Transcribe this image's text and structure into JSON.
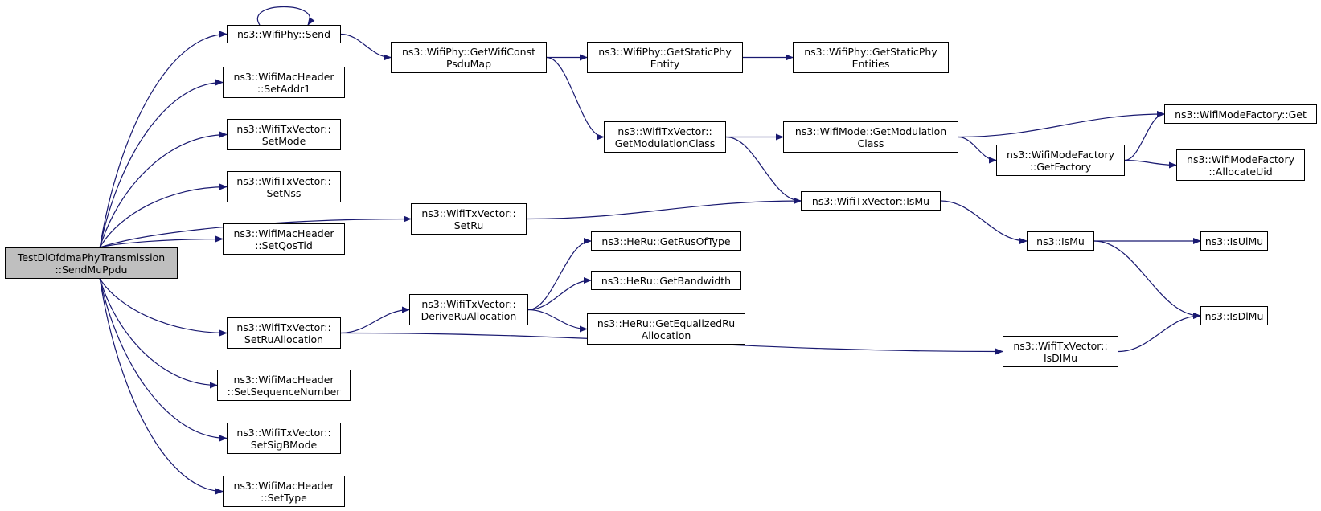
{
  "colors": {
    "edge": "#191970",
    "root_fill": "#bfbfbf",
    "node_fill": "#ffffff",
    "border": "#000000"
  },
  "nodes": {
    "root": {
      "line1": "TestDlOfdmaPhyTransmission",
      "line2": "::SendMuPpdu"
    },
    "send": {
      "line1": "ns3::WifiPhy::Send"
    },
    "setaddr1": {
      "line1": "ns3::WifiMacHeader",
      "line2": "::SetAddr1"
    },
    "setmode": {
      "line1": "ns3::WifiTxVector::",
      "line2": "SetMode"
    },
    "setnss": {
      "line1": "ns3::WifiTxVector::",
      "line2": "SetNss"
    },
    "setqostid": {
      "line1": "ns3::WifiMacHeader",
      "line2": "::SetQosTid"
    },
    "setru": {
      "line1": "ns3::WifiTxVector::",
      "line2": "SetRu"
    },
    "setrualloc": {
      "line1": "ns3::WifiTxVector::",
      "line2": "SetRuAllocation"
    },
    "setseq": {
      "line1": "ns3::WifiMacHeader",
      "line2": "::SetSequenceNumber"
    },
    "setsigb": {
      "line1": "ns3::WifiTxVector::",
      "line2": "SetSigBMode"
    },
    "settype": {
      "line1": "ns3::WifiMacHeader",
      "line2": "::SetType"
    },
    "getconst": {
      "line1": "ns3::WifiPhy::GetWifiConst",
      "line2": "PsduMap"
    },
    "getstatic": {
      "line1": "ns3::WifiPhy::GetStaticPhy",
      "line2": "Entity"
    },
    "getstatics": {
      "line1": "ns3::WifiPhy::GetStaticPhy",
      "line2": "Entities"
    },
    "getmodcls": {
      "line1": "ns3::WifiTxVector::",
      "line2": "GetModulationClass"
    },
    "modegetmod": {
      "line1": "ns3::WifiMode::GetModulation",
      "line2": "Class"
    },
    "factoryget": {
      "line1": "ns3::WifiModeFactory::Get"
    },
    "getfactory": {
      "line1": "ns3::WifiModeFactory",
      "line2": "::GetFactory"
    },
    "allocuid": {
      "line1": "ns3::WifiModeFactory",
      "line2": "::AllocateUid"
    },
    "txismu": {
      "line1": "ns3::WifiTxVector::IsMu"
    },
    "derive": {
      "line1": "ns3::WifiTxVector::",
      "line2": "DeriveRuAllocation"
    },
    "getrus": {
      "line1": "ns3::HeRu::GetRusOfType"
    },
    "getbw": {
      "line1": "ns3::HeRu::GetBandwidth"
    },
    "geteq": {
      "line1": "ns3::HeRu::GetEqualizedRu",
      "line2": "Allocation"
    },
    "ismu": {
      "line1": "ns3::IsMu"
    },
    "isulmu": {
      "line1": "ns3::IsUlMu"
    },
    "isdlmu": {
      "line1": "ns3::IsDlMu"
    },
    "txisdlmu": {
      "line1": "ns3::WifiTxVector::",
      "line2": "IsDlMu"
    }
  },
  "edges": [
    [
      "root",
      "send"
    ],
    [
      "root",
      "setaddr1"
    ],
    [
      "root",
      "setmode"
    ],
    [
      "root",
      "setnss"
    ],
    [
      "root",
      "setqostid"
    ],
    [
      "root",
      "setru"
    ],
    [
      "root",
      "setrualloc"
    ],
    [
      "root",
      "setseq"
    ],
    [
      "root",
      "setsigb"
    ],
    [
      "root",
      "settype"
    ],
    [
      "send",
      "send"
    ],
    [
      "send",
      "getconst"
    ],
    [
      "getconst",
      "getstatic"
    ],
    [
      "getconst",
      "getmodcls"
    ],
    [
      "getstatic",
      "getstatics"
    ],
    [
      "getmodcls",
      "modegetmod"
    ],
    [
      "getmodcls",
      "txismu"
    ],
    [
      "modegetmod",
      "factoryget"
    ],
    [
      "modegetmod",
      "getfactory"
    ],
    [
      "getfactory",
      "factoryget"
    ],
    [
      "getfactory",
      "allocuid"
    ],
    [
      "setru",
      "txismu"
    ],
    [
      "txismu",
      "ismu"
    ],
    [
      "ismu",
      "isulmu"
    ],
    [
      "ismu",
      "isdlmu"
    ],
    [
      "setrualloc",
      "derive"
    ],
    [
      "setrualloc",
      "txisdlmu"
    ],
    [
      "derive",
      "getrus"
    ],
    [
      "derive",
      "getbw"
    ],
    [
      "derive",
      "geteq"
    ],
    [
      "txisdlmu",
      "isdlmu"
    ]
  ]
}
